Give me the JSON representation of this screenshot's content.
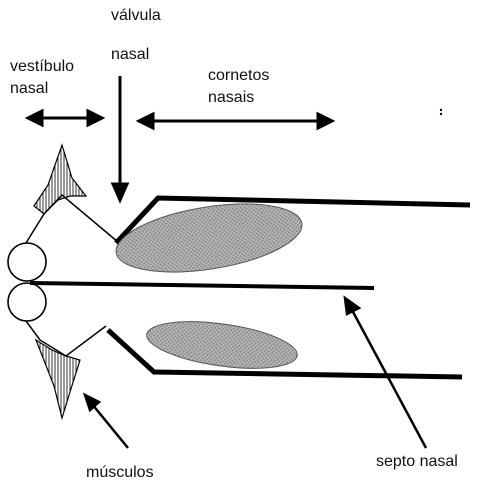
{
  "labels": {
    "vestibulo_line1": "vestíbulo",
    "vestibulo_line2": "nasal",
    "valvula_line1": "válvula",
    "valvula_line2": "nasal",
    "cornetos_line1": "cornetos",
    "cornetos_line2": "nasais",
    "septo": "septo nasal",
    "musculos": "músculos"
  },
  "colors": {
    "line": "#000000",
    "fill_gray": "#9c9c9c"
  }
}
